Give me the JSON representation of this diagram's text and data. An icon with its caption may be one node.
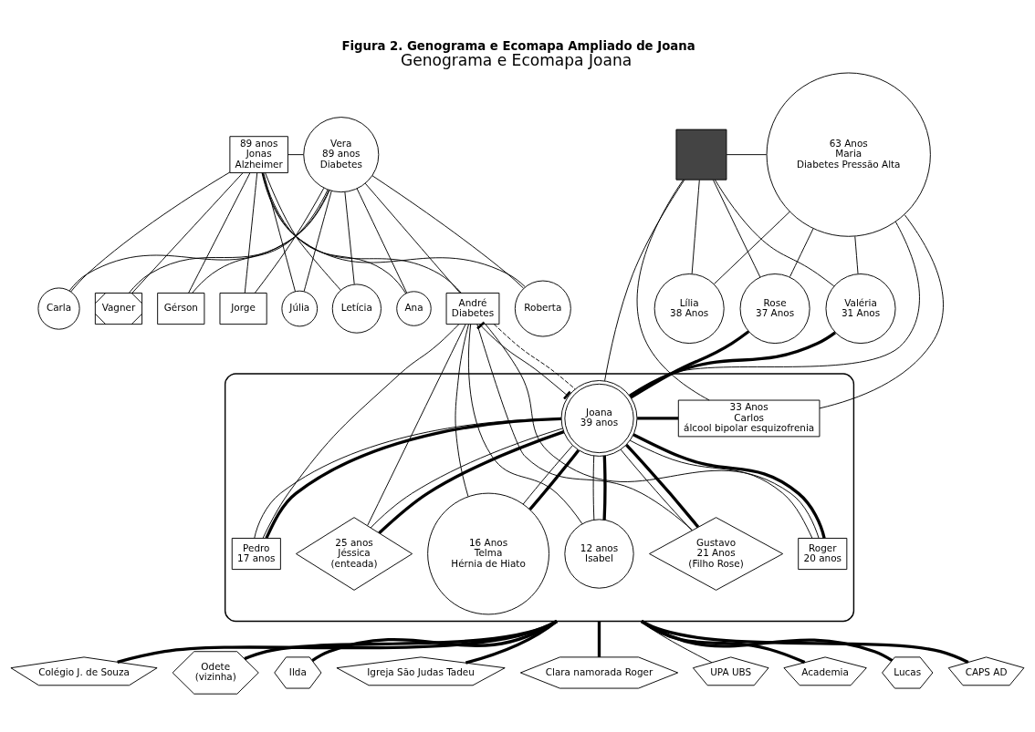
{
  "diagram": {
    "caption": "Figura 2. Genograma e Ecomapa Ampliado de Joana",
    "title": "Genograma e Ecomapa Joana",
    "nodes": [
      {
        "text": [
          "89 anos",
          "Jonas",
          "Alzheimer"
        ]
      },
      {
        "text": [
          "Vera",
          "89 anos",
          "Diabetes"
        ]
      },
      {
        "text": [],
        "shape": "box"
      },
      {
        "text": [
          "63 Anos",
          "Maria",
          "Diabetes Pressão Alta"
        ]
      },
      {
        "text": [
          "Vagner"
        ]
      },
      {
        "text": [
          "Gérson"
        ]
      },
      {
        "text": [
          "Jorge"
        ]
      },
      {
        "text": [
          "Júlia"
        ]
      },
      {
        "text": [
          "Letícia"
        ]
      },
      {
        "text": [
          "Ana"
        ]
      },
      {
        "text": [
          "Roberta"
        ]
      },
      {
        "text": [
          "Carla"
        ]
      },
      {
        "text": [
          "Lília",
          "38 Anos"
        ]
      },
      {
        "text": [
          "Rose",
          "37 Anos"
        ]
      },
      {
        "text": [],
        "shape": "cloud"
      },
      {
        "text": [
          "33 Anos",
          "Carlos",
          "álcool bipolar esquizofrenia"
        ],
        "in": 14
      },
      {
        "text": [
          "Valéria",
          "31 Anos"
        ]
      },
      {
        "text": [
          "André",
          "Diabetes"
        ]
      },
      {
        "text": [
          "Joana",
          "39 anos"
        ],
        "in": 14
      },
      {
        "text": [
          "Gustavo",
          "21 Anos",
          "(Filho Rose)"
        ],
        "in": 14
      },
      {
        "text": [
          "Roger",
          "20 anos"
        ],
        "in": 14
      },
      {
        "text": [
          "Pedro",
          "17 anos"
        ],
        "in": 14
      },
      {
        "text": [
          "25 anos",
          "Jéssica",
          "(enteada)"
        ],
        "in": 14
      },
      {
        "text": [
          "16 Anos",
          "Telma",
          "Hérnia de Hiato"
        ],
        "in": 14
      },
      {
        "text": [
          "12 anos",
          "Isabel"
        ],
        "in": 14
      },
      {
        "text": [
          "Colégio J. de Souza"
        ]
      },
      {
        "text": [
          "Odete",
          "(vizinha)"
        ]
      },
      {
        "text": [
          "Ilda"
        ]
      },
      {
        "text": [
          "Igreja São Judas Tadeu"
        ]
      },
      {
        "text": [
          "Clara namorada Roger"
        ]
      },
      {
        "text": [
          "UPA UBS"
        ]
      },
      {
        "text": [
          "Academia"
        ]
      },
      {
        "text": [
          "Lucas"
        ]
      },
      {
        "text": [
          "CAPS AD"
        ]
      }
    ],
    "edges": [
      {
        "from": 0,
        "to": 1,
        "arrow": "none"
      },
      {
        "from": 0,
        "to": 4,
        "arrow": "none"
      },
      {
        "from": 1,
        "to": 4,
        "arrow": "none"
      },
      {
        "from": 0,
        "to": 5,
        "arrow": "none"
      },
      {
        "from": 1,
        "to": 5,
        "arrow": "none"
      },
      {
        "from": 0,
        "to": 6,
        "arrow": "none"
      },
      {
        "from": 1,
        "to": 6,
        "arrow": "none"
      },
      {
        "from": 0,
        "to": 17,
        "arrow": "none"
      },
      {
        "from": 1,
        "to": 17,
        "arrow": "none"
      },
      {
        "from": 0,
        "to": 7,
        "arrow": "none"
      },
      {
        "from": 1,
        "to": 7,
        "arrow": "none"
      },
      {
        "from": 0,
        "to": 8,
        "arrow": "none"
      },
      {
        "from": 1,
        "to": 8,
        "arrow": "none"
      },
      {
        "from": 0,
        "to": 9,
        "arrow": "none"
      },
      {
        "from": 1,
        "to": 9,
        "arrow": "none"
      },
      {
        "from": 0,
        "to": 10,
        "arrow": "none"
      },
      {
        "from": 1,
        "to": 10,
        "arrow": "none"
      },
      {
        "from": 0,
        "to": 11,
        "arrow": "none"
      },
      {
        "from": 1,
        "to": 11,
        "arrow": "none"
      },
      {
        "from": 2,
        "to": 3,
        "arrow": "none"
      },
      {
        "from": 2,
        "to": 18,
        "arrow": "none"
      },
      {
        "from": 3,
        "to": 18,
        "arrow": "none"
      },
      {
        "from": 2,
        "to": 12,
        "arrow": "none"
      },
      {
        "from": 3,
        "to": 12,
        "arrow": "none"
      },
      {
        "from": 2,
        "to": 13,
        "arrow": "none"
      },
      {
        "from": 3,
        "to": 13,
        "arrow": "none"
      },
      {
        "from": 2,
        "to": 15,
        "arrow": "none"
      },
      {
        "from": 3,
        "to": 15,
        "arrow": "none"
      },
      {
        "from": 2,
        "to": 16,
        "arrow": "none"
      },
      {
        "from": 3,
        "to": 16,
        "arrow": "none"
      },
      {
        "from": 17,
        "to": 18,
        "arrow": "other"
      },
      {
        "from": 17,
        "to": 18,
        "arrow": "none",
        "style": "dashed"
      },
      {
        "from": 17,
        "to": 19,
        "arrow": "none"
      },
      {
        "from": 18,
        "to": 19,
        "arrow": "none"
      },
      {
        "from": 17,
        "to": 20,
        "arrow": "none"
      },
      {
        "from": 18,
        "to": 20,
        "arrow": "none"
      },
      {
        "from": 17,
        "to": 21,
        "arrow": "none"
      },
      {
        "from": 18,
        "to": 21,
        "arrow": "none"
      },
      {
        "from": 17,
        "to": 22,
        "arrow": "none"
      },
      {
        "from": 18,
        "to": 22,
        "arrow": "none"
      },
      {
        "from": 17,
        "to": 23,
        "arrow": "none"
      },
      {
        "from": 18,
        "to": 23,
        "arrow": "none"
      },
      {
        "from": 17,
        "to": 24,
        "arrow": "none"
      },
      {
        "from": 18,
        "to": 24,
        "arrow": "none"
      },
      {
        "from": 18,
        "to": 13,
        "arrow": "none",
        "style": "thick"
      },
      {
        "from": 18,
        "to": 15,
        "arrow": "none",
        "style": "thick"
      },
      {
        "from": 18,
        "to": 16,
        "arrow": "none",
        "style": "thick"
      },
      {
        "from": 18,
        "to": 19,
        "arrow": "none",
        "style": "thick"
      },
      {
        "from": 18,
        "to": 20,
        "arrow": "none",
        "style": "thick"
      },
      {
        "from": 18,
        "to": 21,
        "arrow": "none",
        "style": "thick"
      },
      {
        "from": 18,
        "to": 22,
        "arrow": "none",
        "style": "thick"
      },
      {
        "from": 18,
        "to": 23,
        "arrow": "none",
        "style": "thick"
      },
      {
        "from": 18,
        "to": 24,
        "arrow": "none",
        "style": "thick"
      },
      {
        "from": 25,
        "to": 14,
        "arrow": "none",
        "style": "thick"
      },
      {
        "from": 26,
        "to": 14,
        "arrow": "none",
        "style": "thick"
      },
      {
        "from": 27,
        "to": 14,
        "arrow": "none",
        "style": "thick"
      },
      {
        "from": 28,
        "to": 14,
        "arrow": "none",
        "style": "thick"
      },
      {
        "from": 29,
        "to": 14,
        "arrow": "none",
        "style": "thick"
      },
      {
        "from": 30,
        "to": 14,
        "arrow": "none"
      },
      {
        "from": 31,
        "to": 14,
        "arrow": "none",
        "style": "thick"
      },
      {
        "from": 32,
        "to": 14,
        "arrow": "none",
        "style": "thick"
      },
      {
        "from": 33,
        "to": 14,
        "arrow": "none",
        "style": "thick"
      }
    ]
  }
}
